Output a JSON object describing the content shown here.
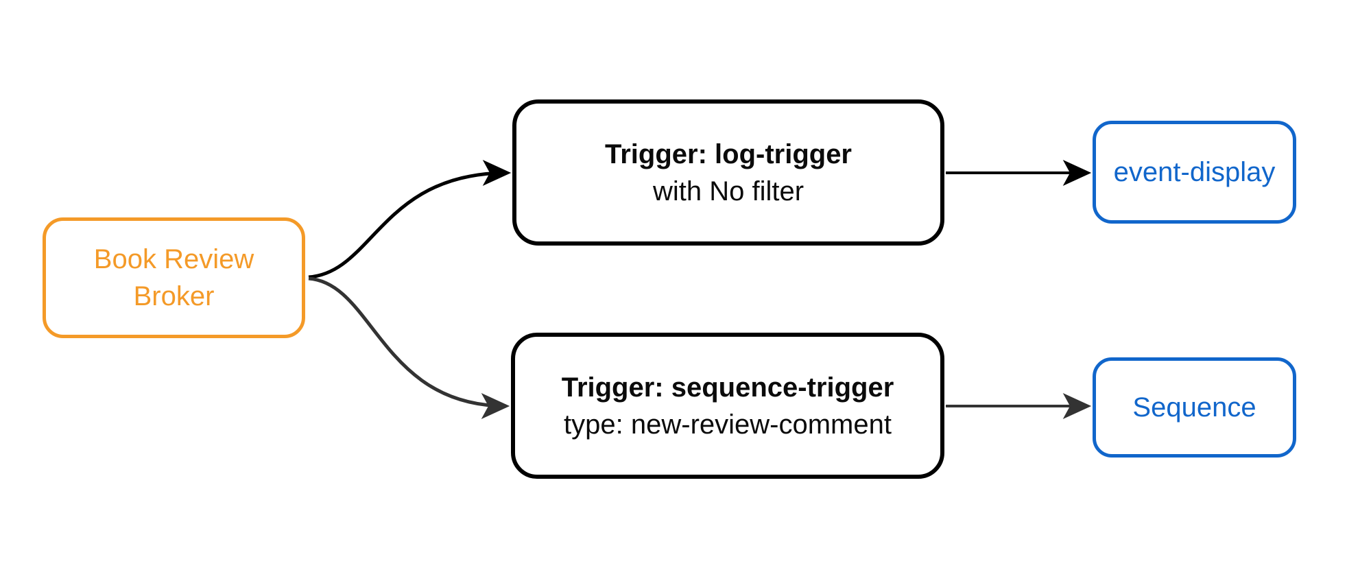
{
  "diagram": {
    "type": "flowchart",
    "direction": "left-to-right",
    "nodes": {
      "broker": {
        "label": "Book Review Broker",
        "label_line1": "Book Review",
        "label_line2": "Broker",
        "color": "#F49A28"
      },
      "log_trigger": {
        "title": "Trigger: log-trigger",
        "subtitle": "with No filter",
        "color": "#000000"
      },
      "sequence_trigger": {
        "title": "Trigger: sequence-trigger",
        "subtitle": "type: new-review-comment",
        "color": "#000000"
      },
      "event_display": {
        "label": "event-display",
        "color": "#1166CB"
      },
      "sequence": {
        "label": "Sequence",
        "color": "#1166CB"
      }
    },
    "edges": [
      {
        "from": "Book Review Broker",
        "to": "Trigger: log-trigger",
        "style": "curved",
        "color": "#000000"
      },
      {
        "from": "Book Review Broker",
        "to": "Trigger: sequence-trigger",
        "style": "curved",
        "color": "#333333"
      },
      {
        "from": "Trigger: log-trigger",
        "to": "event-display",
        "style": "straight",
        "color": "#000000"
      },
      {
        "from": "Trigger: sequence-trigger",
        "to": "Sequence",
        "style": "straight",
        "color": "#333333"
      }
    ],
    "colors": {
      "broker_accent": "#F49A28",
      "sink_accent": "#1166CB",
      "trigger_border": "#000000",
      "edge_dark": "#000000",
      "edge_gray": "#333333",
      "background": "#ffffff"
    }
  }
}
